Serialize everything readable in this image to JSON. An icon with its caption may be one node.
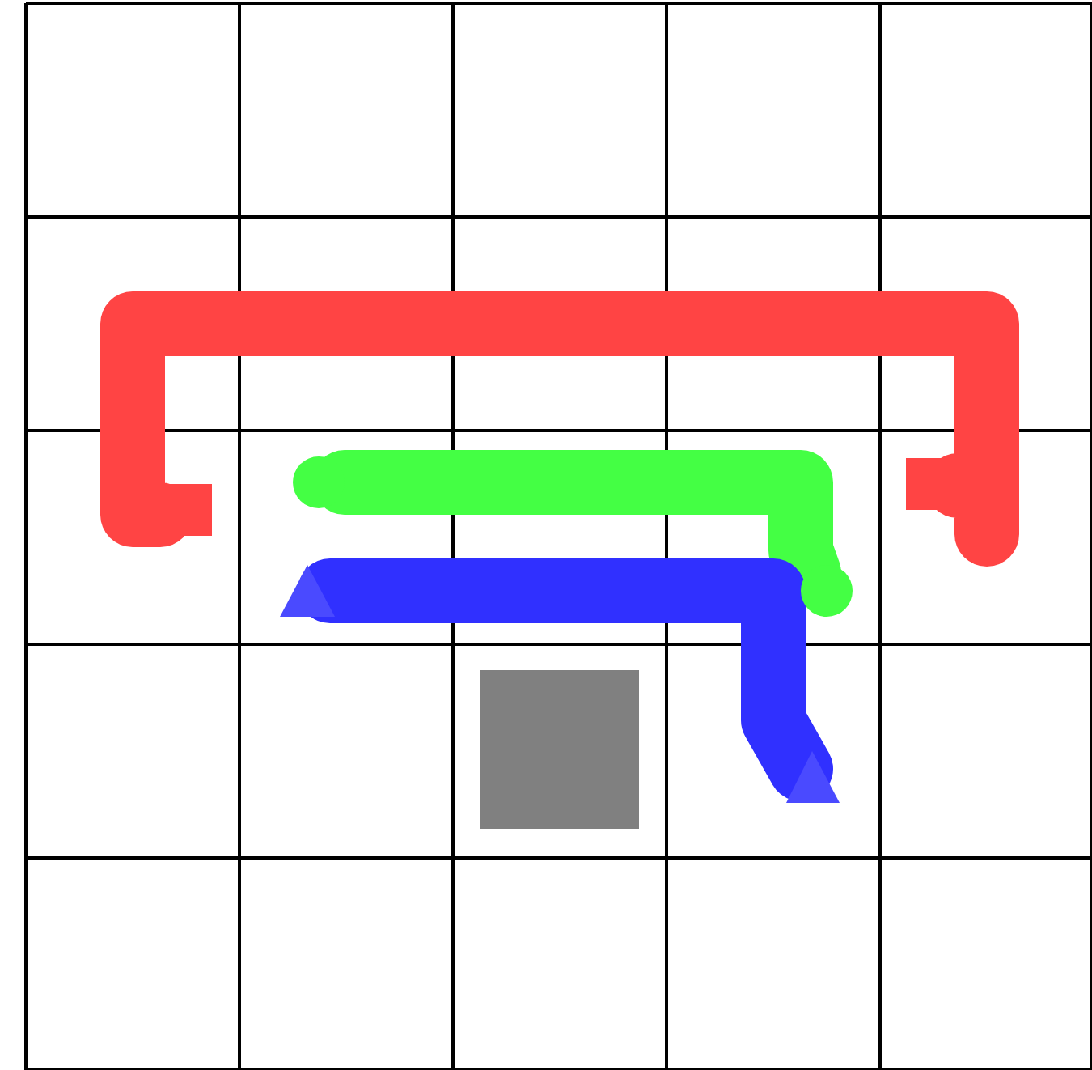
{
  "diagram": {
    "nodes": [
      {
        "text": [],
        "shape": "box"
      },
      {
        "text": [],
        "shape": "box"
      },
      {
        "text": [],
        "shape": "circle"
      },
      {
        "text": [],
        "shape": "circle"
      },
      {
        "text": [],
        "shape": "triangle"
      },
      {
        "text": [],
        "shape": "triangle"
      },
      {
        "text": [],
        "shape": "box"
      }
    ],
    "edges": [
      {
        "from": 0,
        "to": 1,
        "arrow": "none",
        "color": "#ff4444"
      },
      {
        "from": 2,
        "to": 3,
        "arrow": "none",
        "color": "#44ff44"
      },
      {
        "from": 4,
        "to": 5,
        "arrow": "none",
        "color": "#3030ff"
      }
    ]
  }
}
